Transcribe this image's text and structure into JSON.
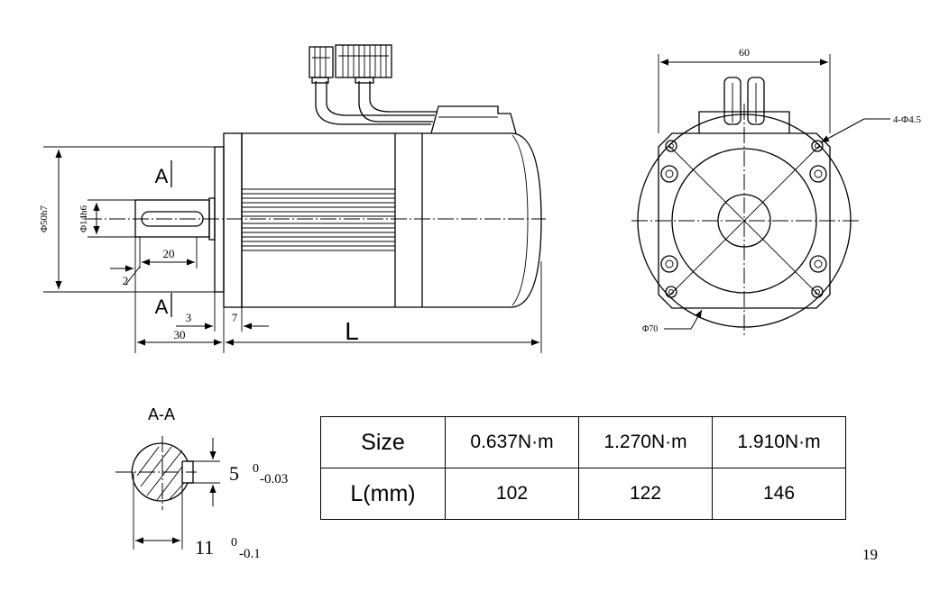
{
  "side_view": {
    "dim_shaft_length": "30",
    "dim_flange_offset": "3",
    "dim_flange_thickness": "7",
    "dim_key_length": "20",
    "dim_key_offset": "2",
    "dim_body_length": "L",
    "dim_pilot_diameter": "Φ50h7",
    "dim_shaft_diameter": "Φ14h6",
    "section_mark_top": "A",
    "section_mark_bottom": "A"
  },
  "front_view": {
    "dim_flange_width": "60",
    "dim_holes": "4-Φ4.5",
    "dim_circle": "Φ70"
  },
  "section_view": {
    "title": "A-A",
    "dim_key_width": "5",
    "dim_key_width_tol_upper": "0",
    "dim_key_width_tol_lower": "-0.03",
    "dim_key_depth": "11",
    "dim_key_depth_tol_upper": "0",
    "dim_key_depth_tol_lower": "-0.1"
  },
  "size_table": {
    "header_label": "Size",
    "row_label": "L(mm)",
    "columns": [
      {
        "size": "0.637N·m",
        "length": "102"
      },
      {
        "size": "1.270N·m",
        "length": "122"
      },
      {
        "size": "1.910N·m",
        "length": "146"
      }
    ]
  },
  "page_number": "19"
}
